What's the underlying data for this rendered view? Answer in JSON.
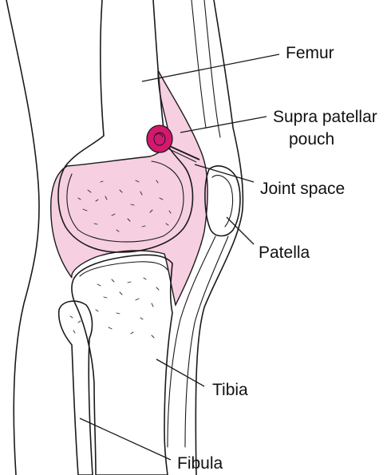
{
  "colors": {
    "synovial_fill": "#f6cfe0",
    "needle_hub": "#d4176f",
    "ink": "#1a1a1a"
  },
  "labels": {
    "femur": "Femur",
    "supra_patellar_line1": "Supra patellar",
    "supra_patellar_line2": "pouch",
    "joint_space": "Joint space",
    "patella": "Patella",
    "tibia": "Tibia",
    "fibula": "Fibula"
  }
}
